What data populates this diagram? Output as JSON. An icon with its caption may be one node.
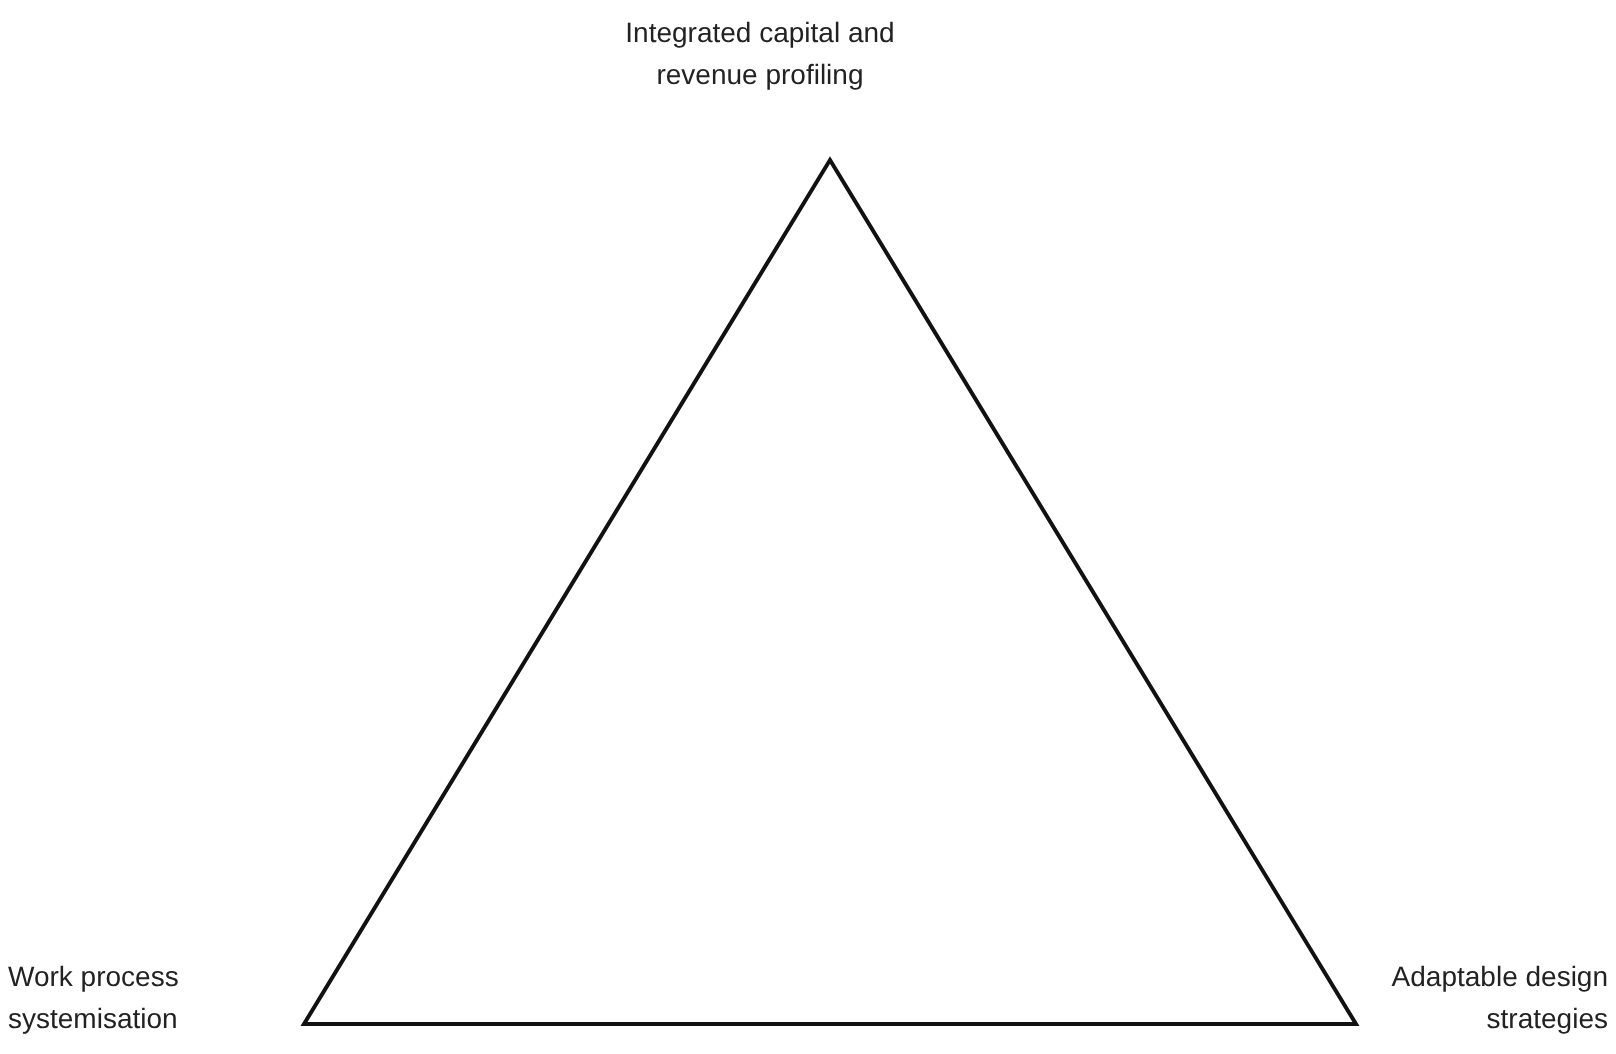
{
  "diagram": {
    "nodes": [
      {
        "text": [],
        "shape": "triangle"
      }
    ],
    "labels": [
      "Integrated capital and revenue profiling",
      "Work process systemisation",
      "Adaptable design strategies"
    ]
  }
}
